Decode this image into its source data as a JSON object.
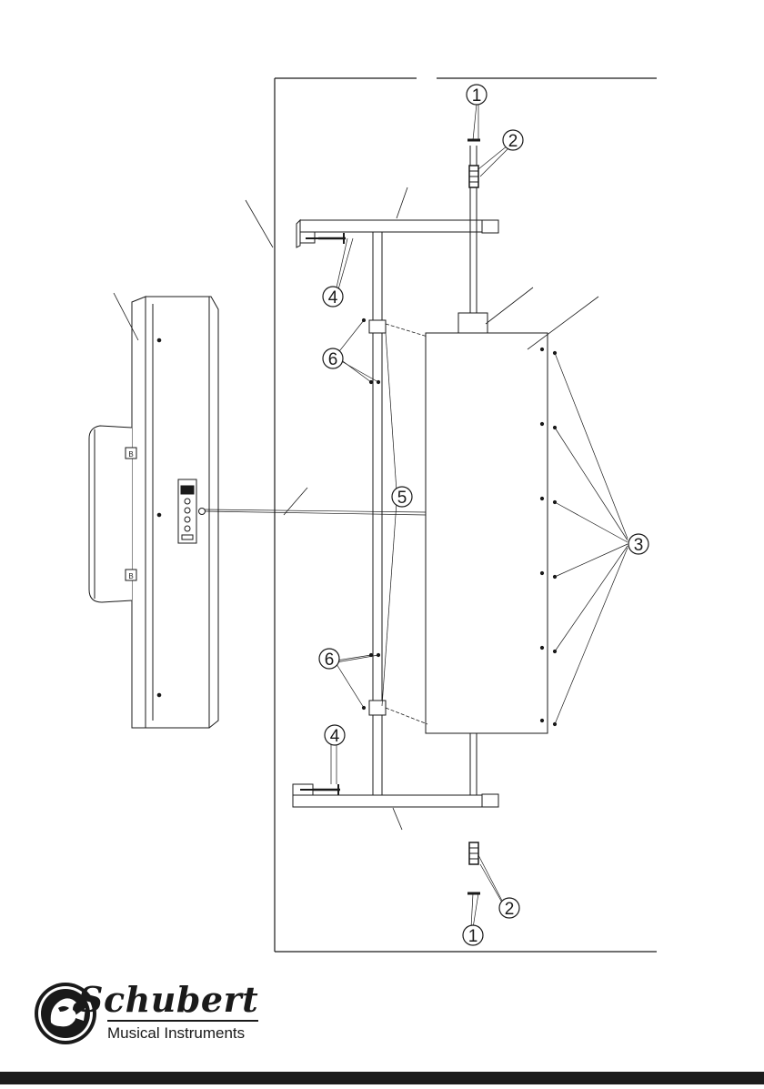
{
  "diagram": {
    "callouts": [
      {
        "id": "c1-top",
        "number": "1"
      },
      {
        "id": "c2-top",
        "number": "2"
      },
      {
        "id": "c3",
        "number": "3"
      },
      {
        "id": "c4-top",
        "number": "4"
      },
      {
        "id": "c5",
        "number": "5"
      },
      {
        "id": "c6-top",
        "number": "6"
      },
      {
        "id": "c6-bottom",
        "number": "6"
      },
      {
        "id": "c4-bottom",
        "number": "4"
      },
      {
        "id": "c2-bottom",
        "number": "2"
      },
      {
        "id": "c1-bottom",
        "number": "1"
      }
    ],
    "bracket_labels": [
      "B",
      "B"
    ]
  },
  "brand": {
    "name": "Schubert",
    "tagline": "Musical Instruments"
  },
  "colors": {
    "line": "#1a1a1a",
    "panel": "#ffffff",
    "bar": "#1c1c1c"
  }
}
